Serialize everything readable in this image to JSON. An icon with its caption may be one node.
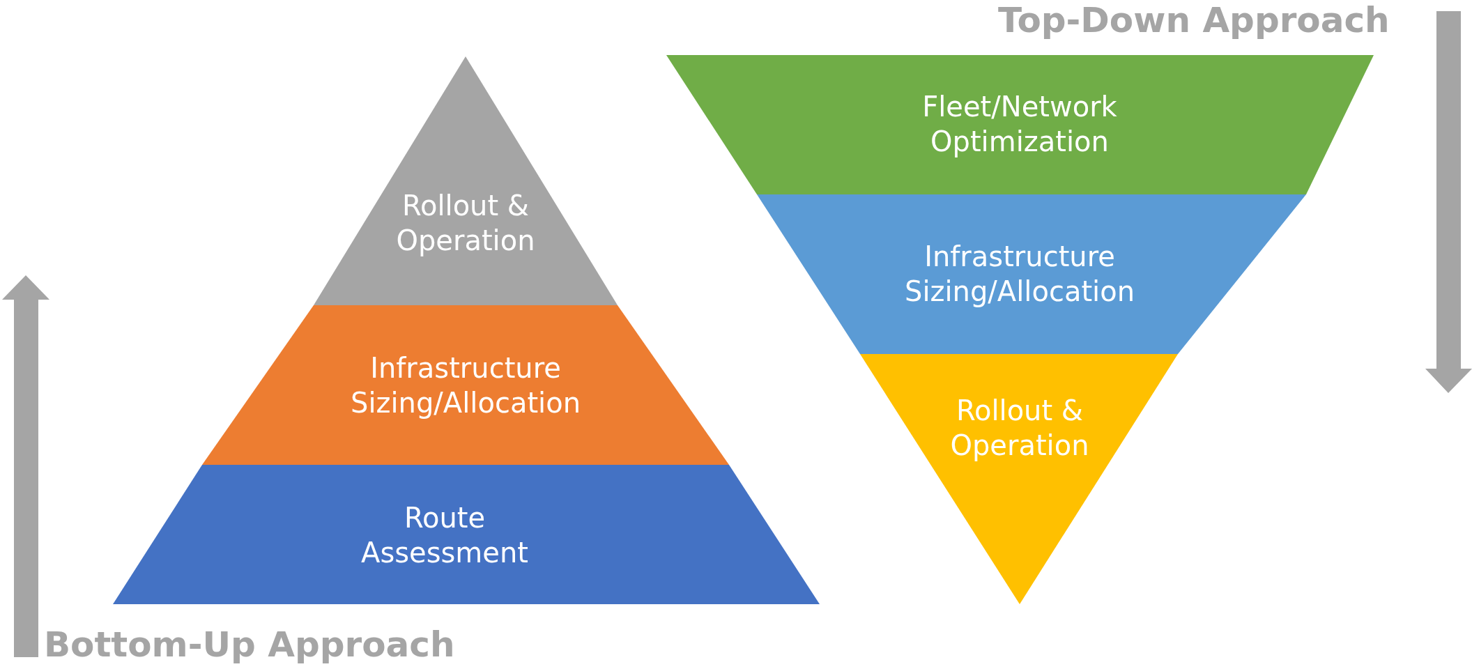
{
  "diagram": {
    "nodes": [
      {
        "text": [
          "Rollout & Operation"
        ]
      },
      {
        "text": [
          "Infrastructure Sizing/Allocation"
        ]
      },
      {
        "text": [
          "Route Assessment"
        ]
      },
      {
        "text": [
          "Fleet/Network Optimization"
        ]
      },
      {
        "text": [
          "Infrastructure Sizing/Allocation"
        ]
      },
      {
        "text": [
          "Rollout & Operation"
        ]
      }
    ],
    "edges": [],
    "labels": [
      "Top-Down Approach",
      "Bottom-Up Approach"
    ]
  }
}
